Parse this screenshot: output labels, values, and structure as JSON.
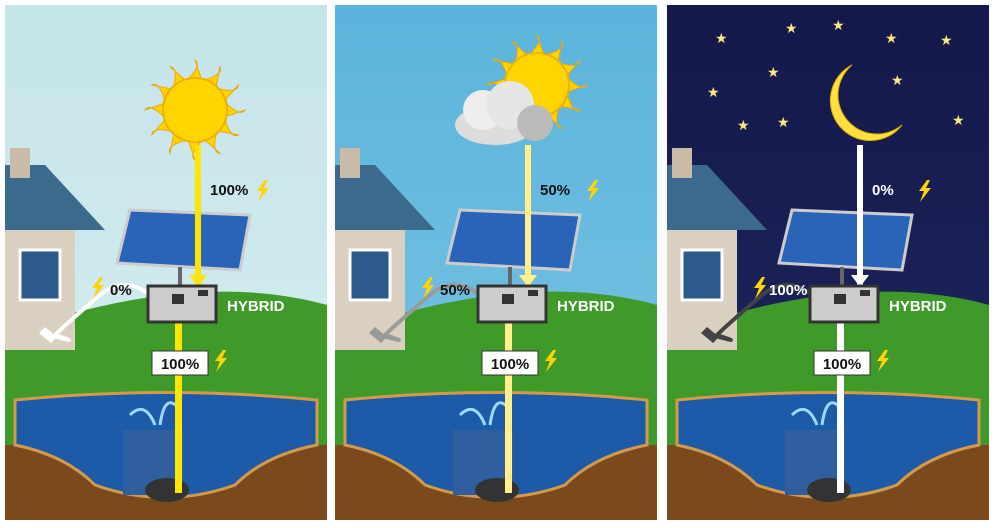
{
  "colors": {
    "sun": "#ffd400",
    "energy_yellow": "#ffe600",
    "grass": "#3f9a2a",
    "pond": "#1d5aa8",
    "soil": "#7a4a1d",
    "panel_blue": "#2a64b8"
  },
  "panels": [
    {
      "scene": "sunny",
      "sky_top": "#c4e4ea",
      "sky_bottom": "#d8eef0",
      "sun_label": "100%",
      "grid_label": "0%",
      "controller_label": "HYBRID",
      "output_label": "100%",
      "beam": "#ffe600",
      "cable": "#ffffff",
      "celestial": "sun"
    },
    {
      "scene": "cloudy",
      "sky_top": "#5bb4dc",
      "sky_bottom": "#7cc4e4",
      "sun_label": "50%",
      "grid_label": "50%",
      "controller_label": "HYBRID",
      "output_label": "100%",
      "beam": "#fff08a",
      "cable": "#9a9a9a",
      "celestial": "sun-cloud"
    },
    {
      "scene": "night",
      "sky_top": "#14184a",
      "sky_bottom": "#1e2860",
      "sun_label": "0%",
      "grid_label": "100%",
      "controller_label": "HYBRID",
      "output_label": "100%",
      "beam": "#ffffff",
      "cable": "#444444",
      "celestial": "moon"
    }
  ]
}
